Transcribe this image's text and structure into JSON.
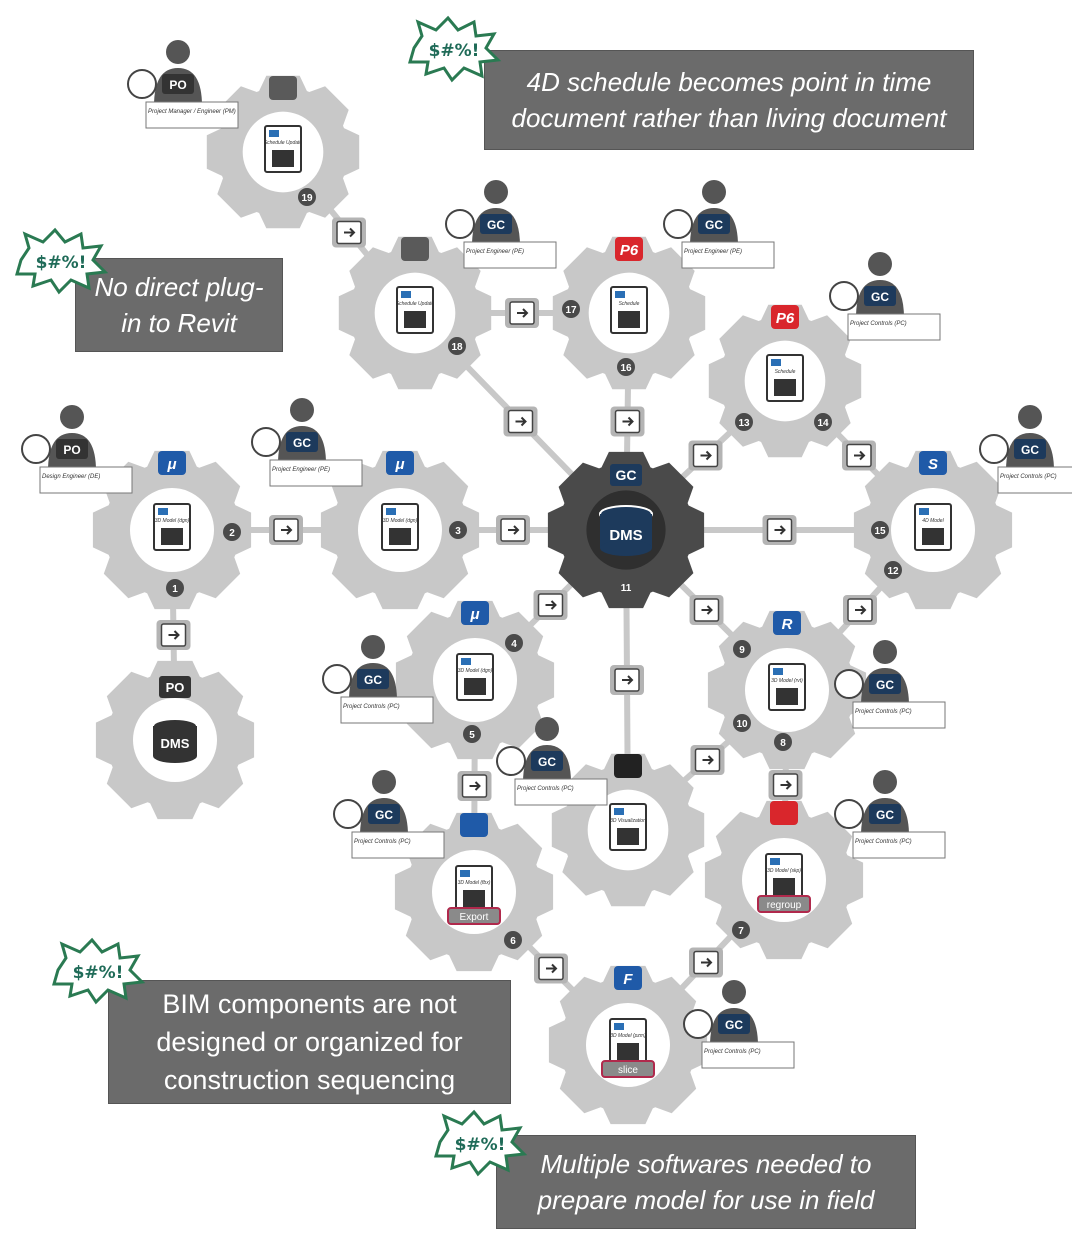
{
  "hub": {
    "role": "GC",
    "label": "DMS"
  },
  "callouts": [
    {
      "id": "c1",
      "text": "4D schedule becomes point in time document rather than living document"
    },
    {
      "id": "c2",
      "text": "No direct plug-in to Revit"
    },
    {
      "id": "c3",
      "text": "BIM components are not designed or organized for construction sequencing"
    },
    {
      "id": "c4",
      "text": "Multiple softwares needed to prepare model for use in field"
    }
  ],
  "curse_glyph": "$#%!",
  "persons": [
    {
      "id": "po-pm",
      "badge": "PO",
      "role": "Project Manager / Engineer (PM)",
      "action": "thumbs-up-down-icon"
    },
    {
      "id": "gc-pe1",
      "badge": "GC",
      "role": "Project Engineer (PE)",
      "action": "image-icon"
    },
    {
      "id": "gc-pe2",
      "badge": "GC",
      "role": "Project Engineer (PE)",
      "action": "edit-icon"
    },
    {
      "id": "gc-pc1",
      "badge": "GC",
      "role": "Project Controls (PC)",
      "action": "calendar-plus-icon"
    },
    {
      "id": "po-de",
      "badge": "PO",
      "role": "Design Engineer (DE)",
      "action": "pencil-icon"
    },
    {
      "id": "gc-pe3",
      "badge": "GC",
      "role": "Project Engineer (PE)",
      "action": "search-icon"
    },
    {
      "id": "gc-pc2",
      "badge": "GC",
      "role": "Project Controls (PC)",
      "action": "select-icon"
    },
    {
      "id": "gc-pc3",
      "badge": "GC",
      "role": "Project Controls (PC)",
      "action": "folder-icon"
    },
    {
      "id": "gc-pc4",
      "badge": "GC",
      "role": "Project Controls (PC)",
      "action": "folder-add-icon"
    },
    {
      "id": "gc-pc5",
      "badge": "GC",
      "role": "Project Controls (PC)",
      "action": "layers-icon"
    },
    {
      "id": "gc-pc6",
      "badge": "GC",
      "role": "Project Controls (PC)",
      "action": "layers-icon"
    },
    {
      "id": "gc-pc7",
      "badge": "GC",
      "role": "Project Controls (PC)",
      "action": "tag-icon"
    },
    {
      "id": "gc-pc8",
      "badge": "GC",
      "role": "Project Controls (PC)",
      "action": "slice-icon"
    }
  ],
  "gears": [
    {
      "id": "g-top",
      "doc": "Schedule Update",
      "software": "laptop-icon",
      "software_label": ""
    },
    {
      "id": "g-sched-upd",
      "doc": "Schedule Update",
      "software": "laptop-icon",
      "software_label": ""
    },
    {
      "id": "g-p6-a",
      "doc": "Schedule",
      "software": "p6-icon",
      "software_label": "P6"
    },
    {
      "id": "g-p6-b",
      "doc": "Schedule",
      "software": "p6-icon",
      "software_label": "P6"
    },
    {
      "id": "g-de",
      "doc": "3D Model (dgn)",
      "software": "microstation-icon",
      "software_label": "μ"
    },
    {
      "id": "g-pe",
      "doc": "3D Model (dgn)",
      "software": "microstation-icon",
      "software_label": "μ"
    },
    {
      "id": "g-4d",
      "doc": "4D Model",
      "software": "synchro-icon",
      "software_label": "S"
    },
    {
      "id": "g-pc-dgn",
      "doc": "3D Model (dgn)",
      "software": "microstation-icon",
      "software_label": "μ"
    },
    {
      "id": "g-rvt",
      "doc": "3D Model (rvt)",
      "software": "revit-icon",
      "software_label": "R"
    },
    {
      "id": "g-viz",
      "doc": "3D Visualization",
      "software": "twinmotion-icon",
      "software_label": ""
    },
    {
      "id": "g-fbx",
      "doc": "3D Model (fbx)",
      "software": "navisworks-icon",
      "software_label": "",
      "button": "Export"
    },
    {
      "id": "g-skp",
      "doc": "3D Model (skp)",
      "software": "sketchup-icon",
      "software_label": "",
      "button": "regroup"
    },
    {
      "id": "g-pzm",
      "doc": "3D Model (pzm)",
      "software": "formit-icon",
      "software_label": "F",
      "button": "slice"
    },
    {
      "id": "g-po-dms",
      "doc": "",
      "software": "",
      "software_label": "",
      "badge": "PO",
      "label": "DMS"
    }
  ],
  "step_numbers": [
    "1",
    "2",
    "3",
    "4",
    "5",
    "6",
    "7",
    "8",
    "9",
    "10",
    "11",
    "12",
    "13",
    "14",
    "15",
    "16",
    "17",
    "18",
    "19"
  ],
  "colors": {
    "gear": "#c8c8c8",
    "gear_dark": "#4a4a4a",
    "callout": "#6b6b6b",
    "badge_blue": "#1d3a5c",
    "p6_red": "#d9262c"
  }
}
